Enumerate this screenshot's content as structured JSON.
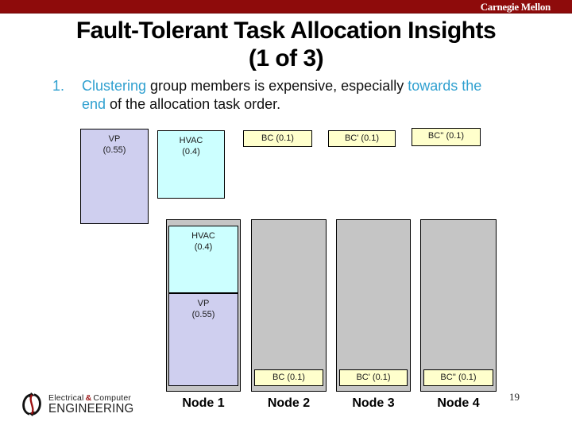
{
  "header": {
    "brand": "Carnegie Mellon"
  },
  "title": {
    "line1": "Fault-Tolerant Task Allocation Insights",
    "line2": "(1 of 3)"
  },
  "bullet": {
    "number": "1.",
    "seg1": "Clustering",
    "seg2": " group members is expensive, especially ",
    "seg3": "towards the",
    "seg4": "end",
    "seg5": " of the allocation task order."
  },
  "diagram": {
    "unallocated_tasks": [
      {
        "name": "VP",
        "weight": "(0.55)",
        "color": "#cfcfef"
      },
      {
        "name": "HVAC",
        "weight": "(0.4)",
        "color": "#ccffff"
      },
      {
        "name": "BC (0.1)",
        "color": "#ffffcc"
      },
      {
        "name": "BC' (0.1)",
        "color": "#ffffcc"
      },
      {
        "name": "BC'' (0.1)",
        "color": "#ffffcc"
      }
    ],
    "nodes": [
      {
        "label": "Node 1",
        "tasks": [
          {
            "name": "HVAC",
            "weight": "(0.4)"
          },
          {
            "name": "VP",
            "weight": "(0.55)"
          }
        ]
      },
      {
        "label": "Node 2",
        "tasks": [
          {
            "name": "BC (0.1)"
          }
        ]
      },
      {
        "label": "Node 3",
        "tasks": [
          {
            "name": "BC' (0.1)"
          }
        ]
      },
      {
        "label": "Node 4",
        "tasks": [
          {
            "name": "BC'' (0.1)"
          }
        ]
      }
    ]
  },
  "footer": {
    "logo_text_top_left": "Electrical",
    "logo_amp": "&",
    "logo_text_top_right": "Computer",
    "logo_text_bottom": "ENGINEERING",
    "page_number": "19"
  },
  "colors": {
    "accent_red": "#8e0b0b",
    "highlight_blue": "#2fa0d0",
    "task_lavender": "#cfcfef",
    "task_cyan": "#ccffff",
    "task_yellow": "#ffffcc",
    "node_gray": "#c5c5c5"
  }
}
